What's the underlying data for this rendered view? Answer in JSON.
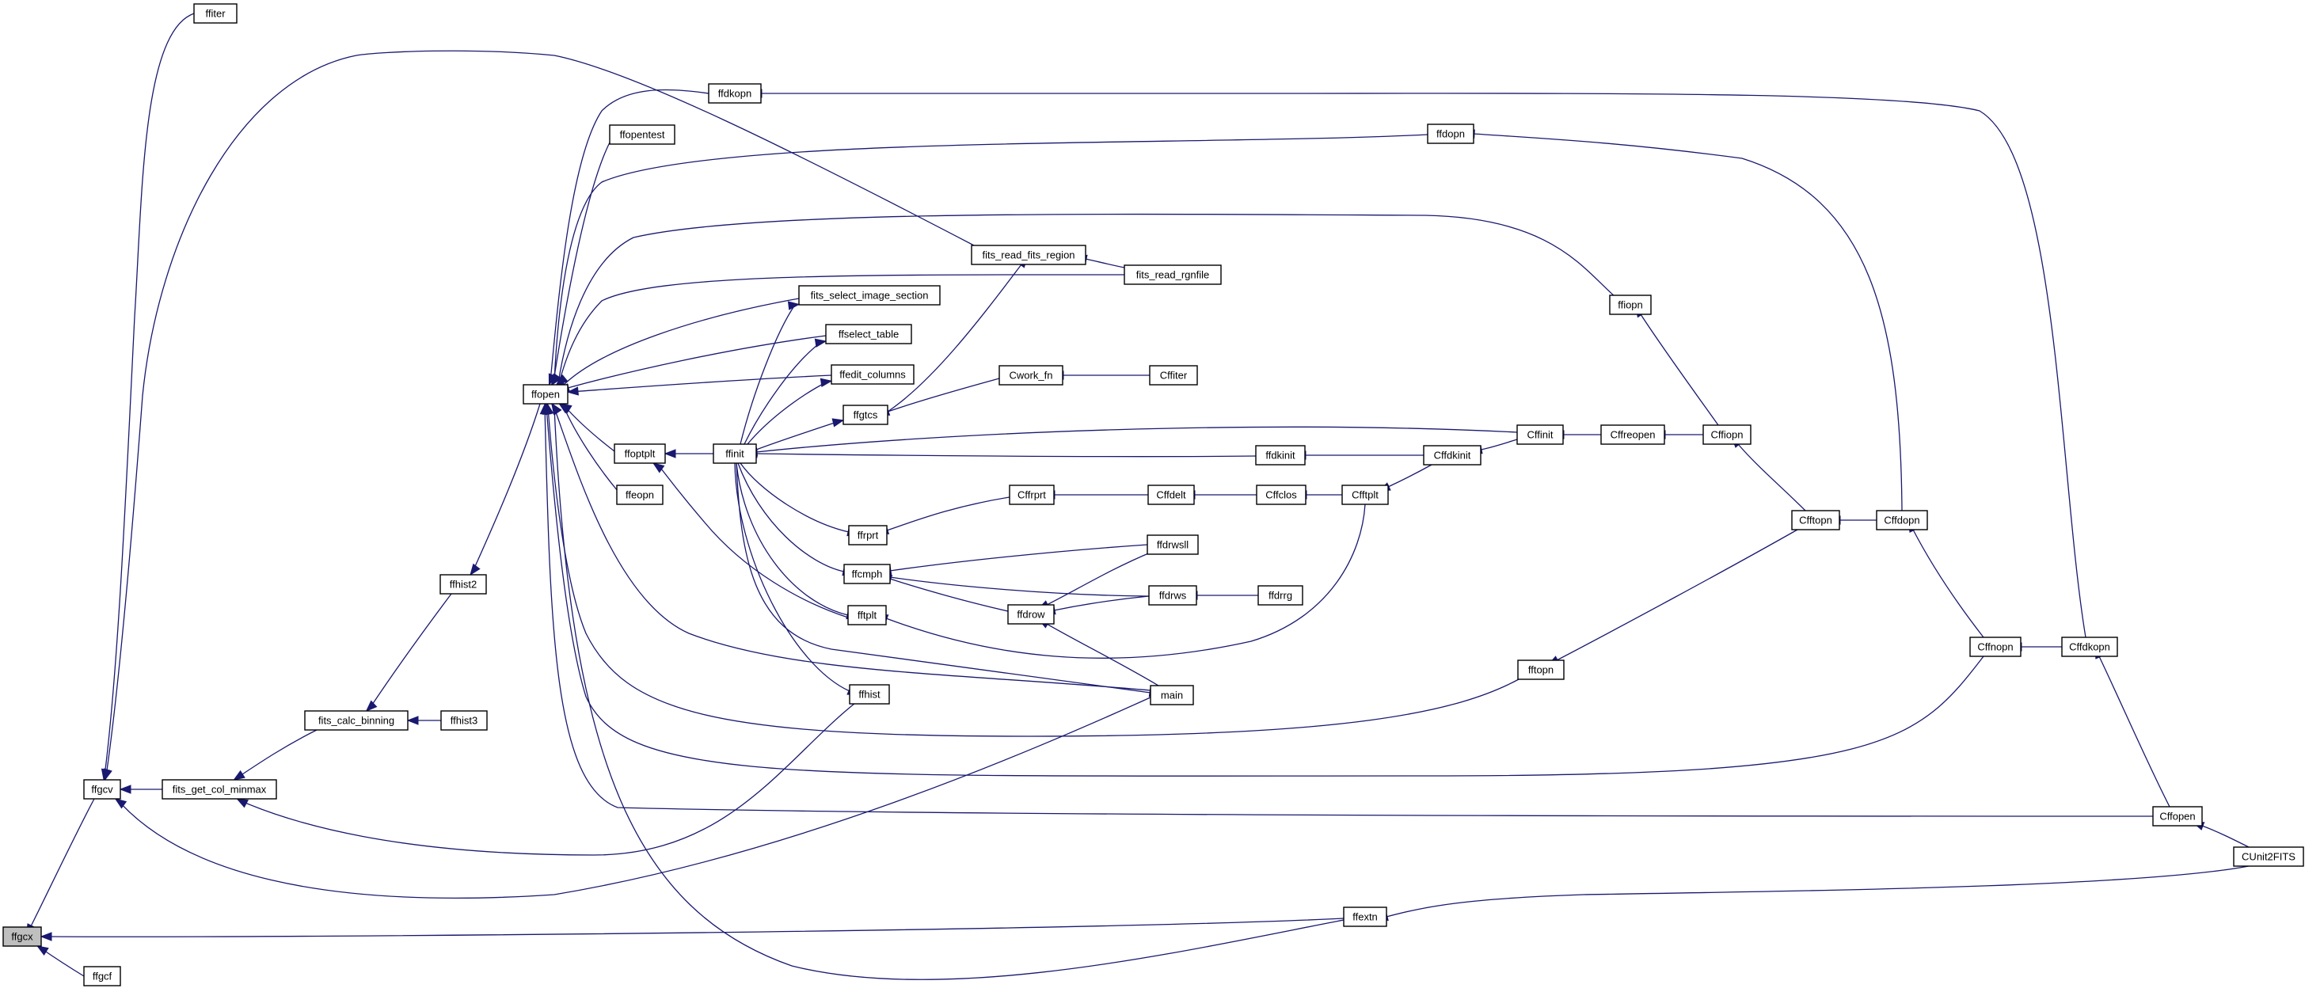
{
  "diagram": {
    "edge_color": "#191970",
    "node_fill": "#ffffff",
    "focus_fill": "#bfbfbf",
    "focus_node": "ffgcx",
    "nodes": [
      {
        "id": "ffgcx",
        "label": "ffgcx"
      },
      {
        "id": "ffgcf",
        "label": "ffgcf"
      },
      {
        "id": "ffgcv",
        "label": "ffgcv"
      },
      {
        "id": "ffiter",
        "label": "ffiter"
      },
      {
        "id": "fits_get_col_minmax",
        "label": "fits_get_col_minmax"
      },
      {
        "id": "fits_calc_binning",
        "label": "fits_calc_binning"
      },
      {
        "id": "ffhist3",
        "label": "ffhist3"
      },
      {
        "id": "ffhist2",
        "label": "ffhist2"
      },
      {
        "id": "ffopen",
        "label": "ffopen"
      },
      {
        "id": "ffdkopn",
        "label": "ffdkopn"
      },
      {
        "id": "ffopentest",
        "label": "ffopentest"
      },
      {
        "id": "ffoptplt",
        "label": "ffoptplt"
      },
      {
        "id": "ffeopn",
        "label": "ffeopn"
      },
      {
        "id": "ffinit",
        "label": "ffinit"
      },
      {
        "id": "fits_select_image_section",
        "label": "fits_select_image_section"
      },
      {
        "id": "ffselect_table",
        "label": "ffselect_table"
      },
      {
        "id": "ffedit_columns",
        "label": "ffedit_columns"
      },
      {
        "id": "ffgtcs",
        "label": "ffgtcs"
      },
      {
        "id": "ffrprt",
        "label": "ffrprt"
      },
      {
        "id": "ffcmph",
        "label": "ffcmph"
      },
      {
        "id": "fftplt",
        "label": "fftplt"
      },
      {
        "id": "ffhist",
        "label": "ffhist"
      },
      {
        "id": "fits_read_fits_region",
        "label": "fits_read_fits_region"
      },
      {
        "id": "fits_read_rgnfile",
        "label": "fits_read_rgnfile"
      },
      {
        "id": "Cwork_fn",
        "label": "Cwork_fn"
      },
      {
        "id": "Cffiter",
        "label": "Cffiter"
      },
      {
        "id": "Cffrprt",
        "label": "Cffrprt"
      },
      {
        "id": "Cffdelt",
        "label": "Cffdelt"
      },
      {
        "id": "Cffclos",
        "label": "Cffclos"
      },
      {
        "id": "Cfftplt",
        "label": "Cfftplt"
      },
      {
        "id": "ffdrow",
        "label": "ffdrow"
      },
      {
        "id": "ffdrwsll",
        "label": "ffdrwsll"
      },
      {
        "id": "ffdrws",
        "label": "ffdrws"
      },
      {
        "id": "ffdrrg",
        "label": "ffdrrg"
      },
      {
        "id": "main",
        "label": "main"
      },
      {
        "id": "ffdkinit",
        "label": "ffdkinit"
      },
      {
        "id": "Cffdkinit",
        "label": "Cffdkinit"
      },
      {
        "id": "Cffinit",
        "label": "Cffinit"
      },
      {
        "id": "Cffreopen",
        "label": "Cffreopen"
      },
      {
        "id": "Cffiopn",
        "label": "Cffiopn"
      },
      {
        "id": "ffiopn",
        "label": "ffiopn"
      },
      {
        "id": "ffdopn",
        "label": "ffdopn"
      },
      {
        "id": "fftopn",
        "label": "fftopn"
      },
      {
        "id": "Cfftopn",
        "label": "Cfftopn"
      },
      {
        "id": "Cffdopn",
        "label": "Cffdopn"
      },
      {
        "id": "Cffnopn",
        "label": "Cffnopn"
      },
      {
        "id": "Cffdkopn",
        "label": "Cffdkopn"
      },
      {
        "id": "Cffopen",
        "label": "Cffopen"
      },
      {
        "id": "CUnit2FITS",
        "label": "CUnit2FITS"
      },
      {
        "id": "ffextn",
        "label": "ffextn"
      }
    ],
    "edges": [
      {
        "from": "ffgcf",
        "to": "ffgcx"
      },
      {
        "from": "ffgcv",
        "to": "ffgcx"
      },
      {
        "from": "ffextn",
        "to": "ffgcx"
      },
      {
        "from": "ffiter",
        "to": "ffgcv"
      },
      {
        "from": "fits_get_col_minmax",
        "to": "ffgcv"
      },
      {
        "from": "fits_read_fits_region",
        "to": "ffgcv"
      },
      {
        "from": "main",
        "to": "ffgcv"
      },
      {
        "from": "fits_calc_binning",
        "to": "fits_get_col_minmax"
      },
      {
        "from": "ffhist",
        "to": "fits_get_col_minmax"
      },
      {
        "from": "ffhist3",
        "to": "fits_calc_binning"
      },
      {
        "from": "ffhist2",
        "to": "fits_calc_binning"
      },
      {
        "from": "ffopen",
        "to": "ffhist2"
      },
      {
        "from": "ffdkopn",
        "to": "ffopen"
      },
      {
        "from": "ffopentest",
        "to": "ffopen"
      },
      {
        "from": "ffdopn",
        "to": "ffopen"
      },
      {
        "from": "ffiopn",
        "to": "ffopen"
      },
      {
        "from": "fits_read_rgnfile",
        "to": "ffopen"
      },
      {
        "from": "fits_select_image_section",
        "to": "ffopen"
      },
      {
        "from": "ffselect_table",
        "to": "ffopen"
      },
      {
        "from": "ffedit_columns",
        "to": "ffopen"
      },
      {
        "from": "ffoptplt",
        "to": "ffopen"
      },
      {
        "from": "ffeopn",
        "to": "ffopen"
      },
      {
        "from": "main",
        "to": "ffopen"
      },
      {
        "from": "fftopn",
        "to": "ffopen"
      },
      {
        "from": "Cffnopn",
        "to": "ffopen"
      },
      {
        "from": "Cffopen",
        "to": "ffopen"
      },
      {
        "from": "ffextn",
        "to": "ffopen"
      },
      {
        "from": "ffinit",
        "to": "ffoptplt"
      },
      {
        "from": "fftplt",
        "to": "ffoptplt"
      },
      {
        "from": "ffinit",
        "to": "fits_select_image_section"
      },
      {
        "from": "ffinit",
        "to": "ffselect_table"
      },
      {
        "from": "ffinit",
        "to": "ffedit_columns"
      },
      {
        "from": "ffinit",
        "to": "ffgtcs"
      },
      {
        "from": "ffinit",
        "to": "ffrprt"
      },
      {
        "from": "ffinit",
        "to": "ffcmph"
      },
      {
        "from": "ffinit",
        "to": "fftplt"
      },
      {
        "from": "ffinit",
        "to": "ffhist"
      },
      {
        "from": "ffinit",
        "to": "main"
      },
      {
        "from": "ffdkinit",
        "to": "ffinit"
      },
      {
        "from": "Cffinit",
        "to": "ffinit"
      },
      {
        "from": "ffgtcs",
        "to": "fits_read_fits_region"
      },
      {
        "from": "Cwork_fn",
        "to": "ffgtcs"
      },
      {
        "from": "fits_read_rgnfile",
        "to": "fits_read_fits_region"
      },
      {
        "from": "Cffiter",
        "to": "Cwork_fn"
      },
      {
        "from": "Cffrprt",
        "to": "ffrprt"
      },
      {
        "from": "Cffdelt",
        "to": "Cffrprt"
      },
      {
        "from": "Cffclos",
        "to": "Cffdelt"
      },
      {
        "from": "Cfftplt",
        "to": "Cffclos"
      },
      {
        "from": "Cffdkinit",
        "to": "Cfftplt"
      },
      {
        "from": "Cfftplt",
        "to": "fftplt"
      },
      {
        "from": "ffdrwsll",
        "to": "ffcmph"
      },
      {
        "from": "ffdrws",
        "to": "ffcmph"
      },
      {
        "from": "ffdrow",
        "to": "ffcmph"
      },
      {
        "from": "ffdrwsll",
        "to": "ffdrow"
      },
      {
        "from": "ffdrws",
        "to": "ffdrow"
      },
      {
        "from": "main",
        "to": "ffdrow"
      },
      {
        "from": "ffdrrg",
        "to": "ffdrws"
      },
      {
        "from": "Cffdkinit",
        "to": "ffdkinit"
      },
      {
        "from": "Cffinit",
        "to": "Cffdkinit"
      },
      {
        "from": "Cffreopen",
        "to": "Cffinit"
      },
      {
        "from": "Cffiopn",
        "to": "Cffreopen"
      },
      {
        "from": "Cffiopn",
        "to": "ffiopn"
      },
      {
        "from": "Cfftopn",
        "to": "Cffiopn"
      },
      {
        "from": "Cfftopn",
        "to": "fftopn"
      },
      {
        "from": "Cffdopn",
        "to": "Cfftopn"
      },
      {
        "from": "Cffdopn",
        "to": "ffdopn"
      },
      {
        "from": "Cffnopn",
        "to": "Cffdopn"
      },
      {
        "from": "Cffdkopn",
        "to": "Cffnopn"
      },
      {
        "from": "Cffdkopn",
        "to": "ffdkopn"
      },
      {
        "from": "Cffopen",
        "to": "Cffdkopn"
      },
      {
        "from": "CUnit2FITS",
        "to": "Cffopen"
      },
      {
        "from": "CUnit2FITS",
        "to": "ffextn"
      }
    ]
  }
}
